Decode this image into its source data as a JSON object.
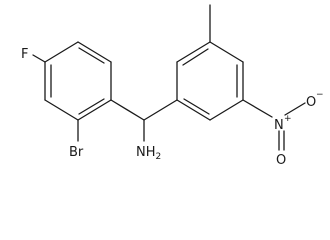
{
  "molecule": {
    "atoms": {
      "fluorine": "F",
      "bromine": "Br",
      "amine": "NH",
      "amine_subscript": "2",
      "nitro_nitrogen": "N",
      "nitro_n_charge": "+",
      "nitro_oxygen_top": "O",
      "nitro_oxygen_top_charge": "−",
      "nitro_oxygen_bottom": "O"
    }
  }
}
